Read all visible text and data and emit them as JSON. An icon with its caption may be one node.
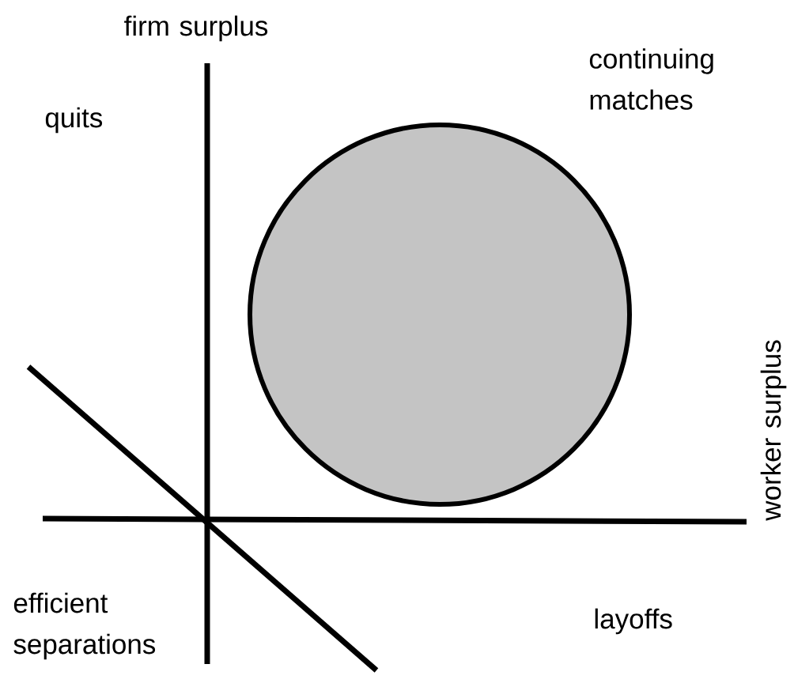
{
  "diagram": {
    "nodes": [
      {
        "text": [],
        "shape": "circle"
      }
    ],
    "labels": [
      "firm surplus",
      "continuing matches",
      "quits",
      "worker surplus",
      "efficient separations",
      "layoffs"
    ]
  }
}
